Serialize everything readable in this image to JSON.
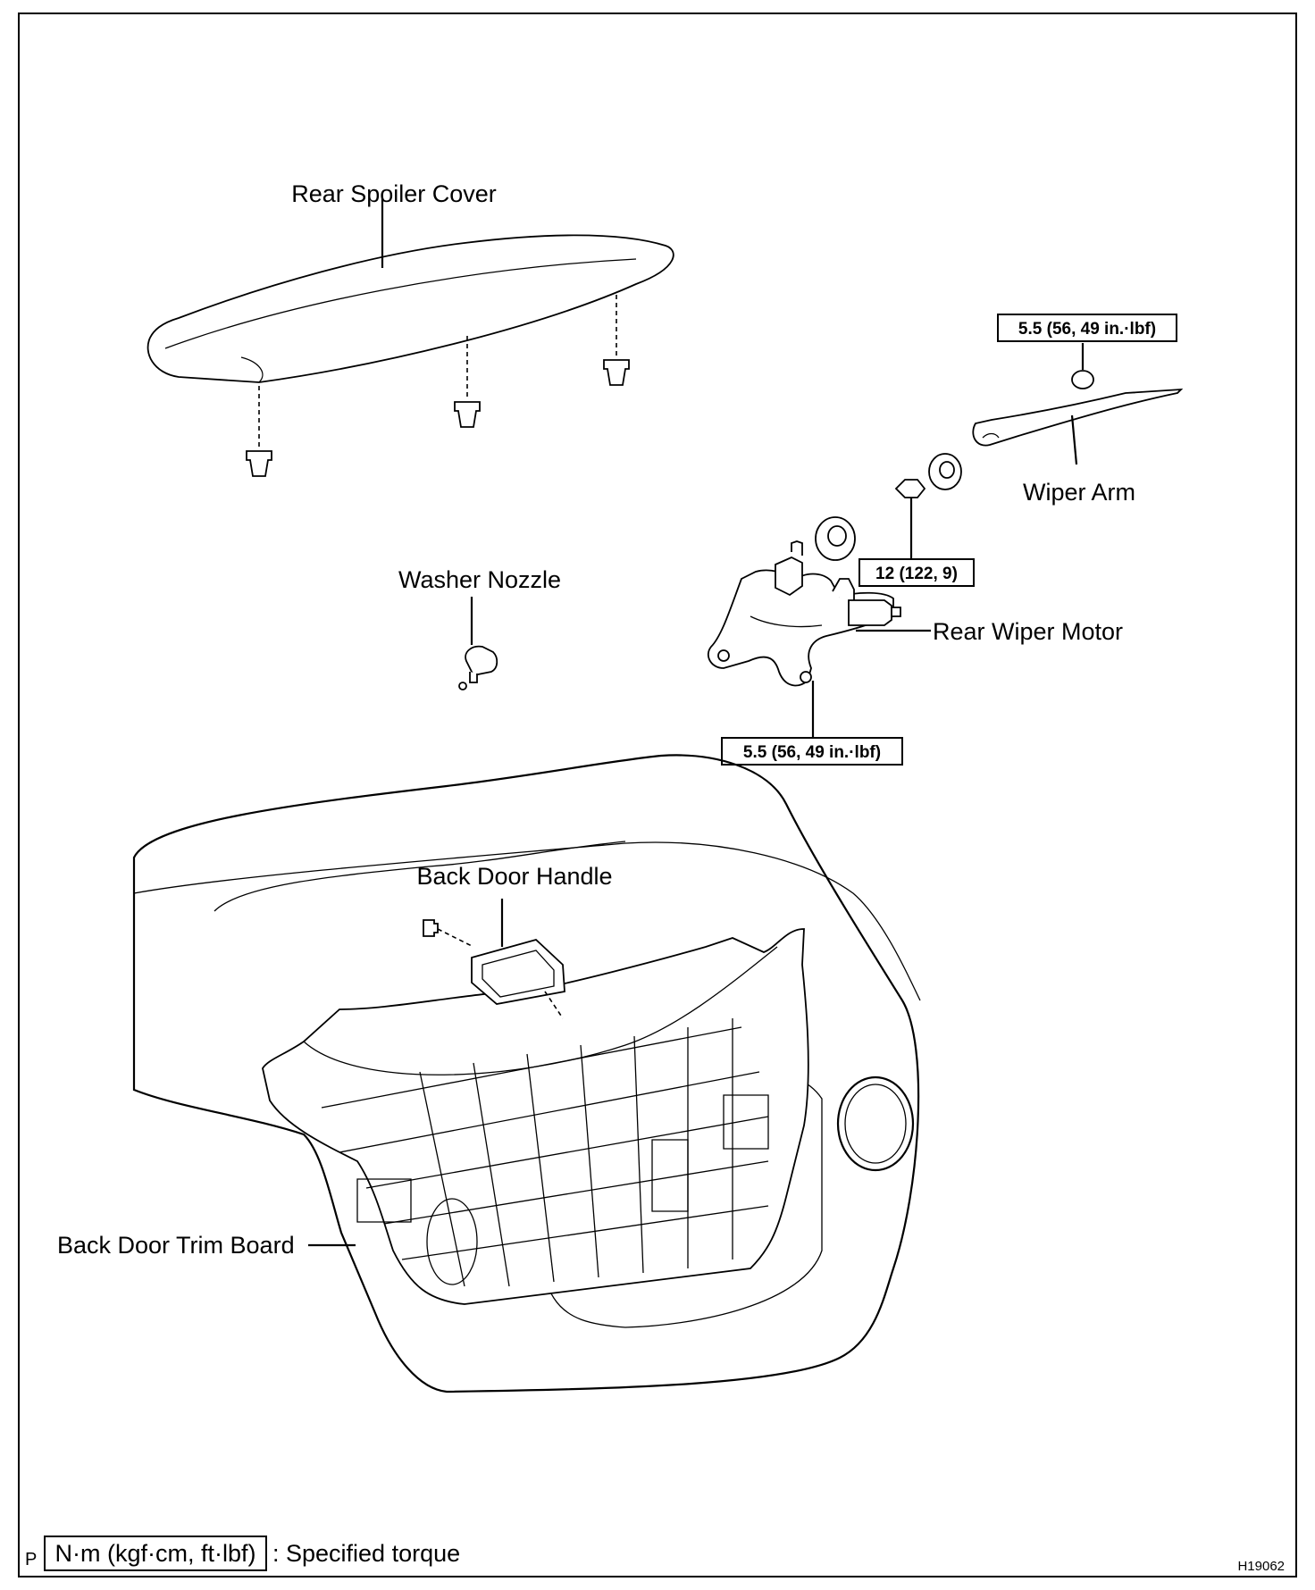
{
  "labels": {
    "rear_spoiler_cover": "Rear Spoiler Cover",
    "wiper_arm": "Wiper Arm",
    "washer_nozzle": "Washer Nozzle",
    "rear_wiper_motor": "Rear Wiper Motor",
    "back_door_handle": "Back Door Handle",
    "back_door_trim_board": "Back Door Trim Board"
  },
  "torque": {
    "wiper_arm_nut": "5.5 (56, 49 in.·lbf)",
    "motor_nut": "12 (122, 9)",
    "motor_bolt": "5.5 (56, 49 in.·lbf)"
  },
  "legend": {
    "prefix": "P",
    "unit_box": "N·m (kgf·cm, ft·lbf)",
    "text": ": Specified torque"
  },
  "figure_id": "H19062"
}
